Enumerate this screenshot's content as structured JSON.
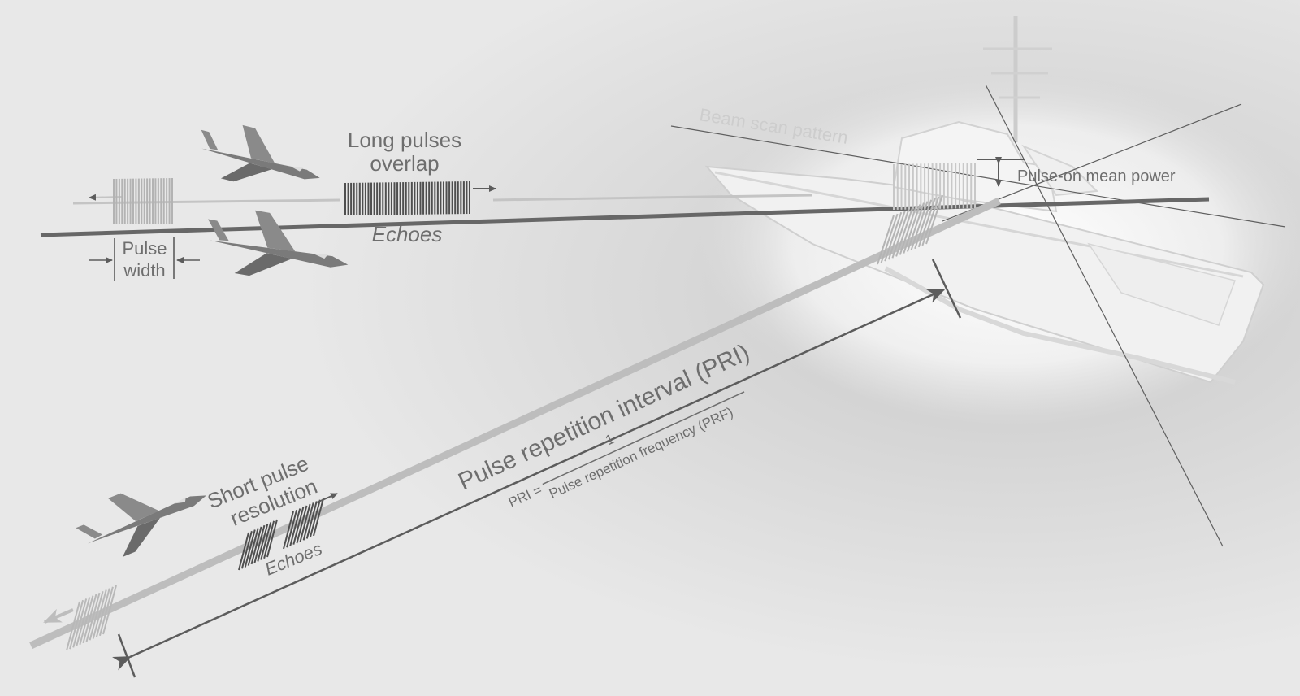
{
  "labels": {
    "long_pulses_line1": "Long pulses",
    "long_pulses_line2": "overlap",
    "echoes_top": "Echoes",
    "pulse_width_line1": "Pulse",
    "pulse_width_line2": "width",
    "beam_scan": "Beam scan pattern",
    "pulse_on_mean_power": "Pulse-on mean power",
    "pri_title": "Pulse repetition interval (PRI)",
    "pri_eq": "PRI =",
    "pri_numerator": "1",
    "pri_denominator": "Pulse repetition frequency (PRF)",
    "short_pulse_line1": "Short pulse",
    "short_pulse_line2": "resolution",
    "echoes_bottom": "Echoes"
  },
  "icons": [
    "fighter-jet-icon",
    "warship-icon",
    "arrow-icon"
  ],
  "colors": {
    "background": "#e6e6e6",
    "dark_line": "#666666",
    "light_beam": "#bdbdbd",
    "text": "#6e6e6e",
    "faint_text": "#cdcdcd"
  }
}
